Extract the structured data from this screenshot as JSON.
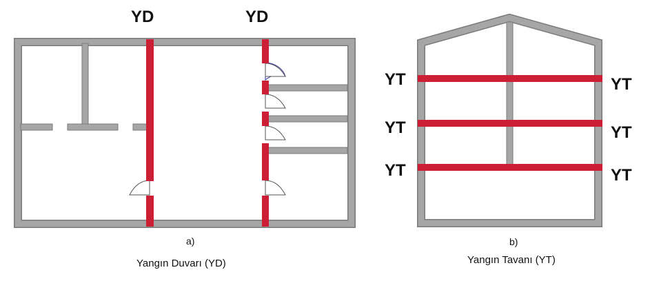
{
  "panel_a": {
    "wall_label_1": "YD",
    "wall_label_2": "YD",
    "letter": "a)",
    "caption": "Yangın Duvarı (YD)"
  },
  "panel_b": {
    "ceiling_labels_left": [
      "YT",
      "YT",
      "YT"
    ],
    "ceiling_labels_right": [
      "YT",
      "YT",
      "YT"
    ],
    "letter": "b)",
    "caption": "Yangın Tavanı (YT)"
  },
  "colors": {
    "wall_gray": "#a6a6a6",
    "wall_edge": "#7a7a7a",
    "fire_red": "#cc1f36",
    "text": "#111111"
  }
}
